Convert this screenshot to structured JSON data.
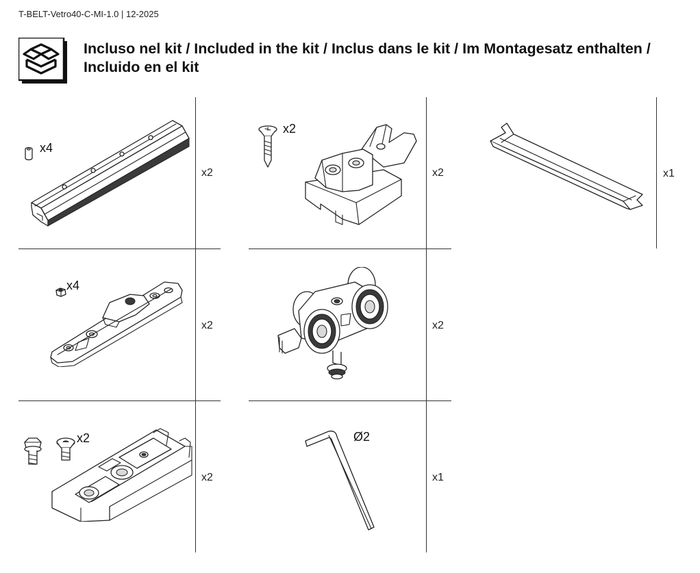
{
  "document": {
    "code": "T-BELT-Vetro40-C-MI-1.0 | 12-2025",
    "title": "Incluso nel kit / Included in the kit / Inclus dans le kit / Im Montagesatz enthalten / Incluido en el kit",
    "header_icon": "open-box-icon"
  },
  "parts": [
    {
      "id": "rail",
      "quantity": "x2",
      "extras": [
        {
          "icon": "end-cap-icon",
          "label": "x4"
        }
      ]
    },
    {
      "id": "stopper",
      "quantity": "x2",
      "extras": [
        {
          "icon": "screw-icon",
          "label": "x2"
        }
      ]
    },
    {
      "id": "profile-bar",
      "quantity": "x1",
      "extras": []
    },
    {
      "id": "mounting-plate",
      "quantity": "x2",
      "extras": [
        {
          "icon": "nut-icon",
          "label": "x4"
        }
      ]
    },
    {
      "id": "roller-carriage",
      "quantity": "x2",
      "extras": []
    },
    {
      "id": "bracket",
      "quantity": "x2",
      "extras": [
        {
          "icon": "bolts-icon",
          "label": "x2"
        }
      ]
    },
    {
      "id": "hex-key",
      "quantity": "x1",
      "extras": [
        {
          "icon": "hex-key-icon",
          "label": "Ø2"
        }
      ]
    }
  ]
}
